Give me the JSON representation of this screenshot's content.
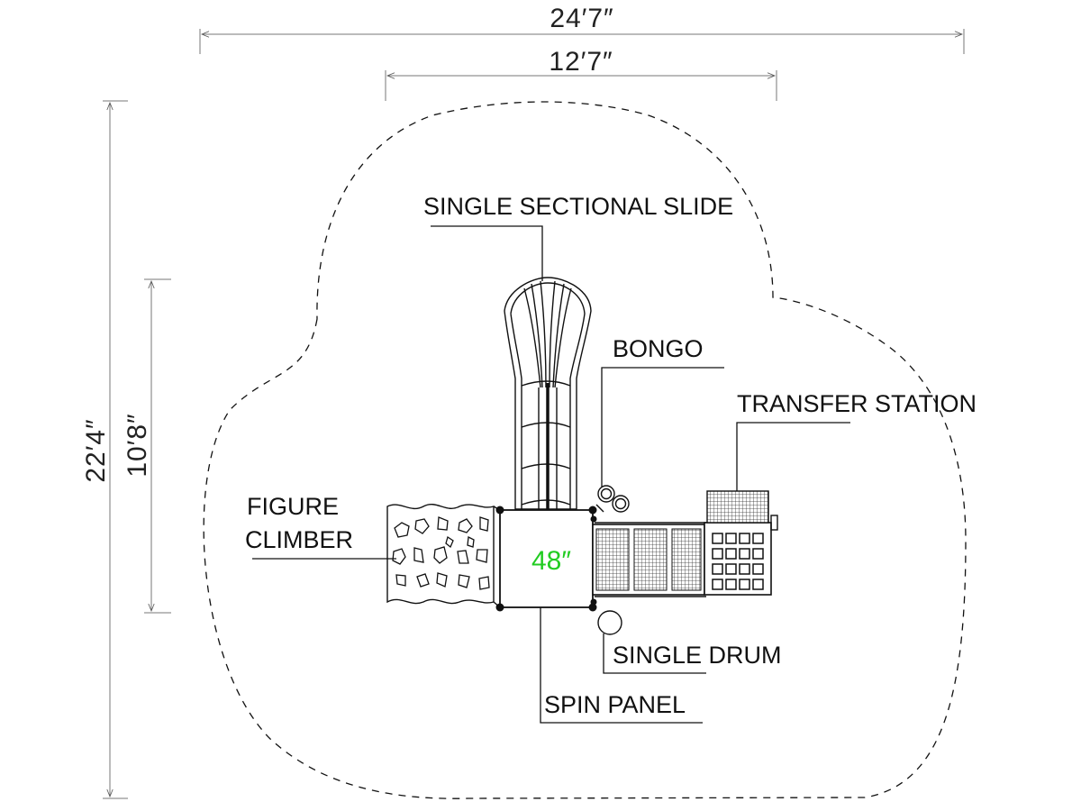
{
  "dimensions": {
    "overall_width": "24′7″",
    "deck_width": "12′7″",
    "overall_depth": "22′4″",
    "deck_depth": "10′8″"
  },
  "components": {
    "slide": "SINGLE SECTIONAL SLIDE",
    "bongo": "BONGO",
    "transfer_station": "TRANSFER STATION",
    "figure_climber_line1": "FIGURE",
    "figure_climber_line2": "CLIMBER",
    "single_drum": "SINGLE DRUM",
    "spin_panel": "SPIN PANEL"
  },
  "deck": {
    "height_label": "48″",
    "label_color": "#22cc22"
  },
  "colors": {
    "lines": "#111111",
    "dimension_lines": "#777777"
  }
}
